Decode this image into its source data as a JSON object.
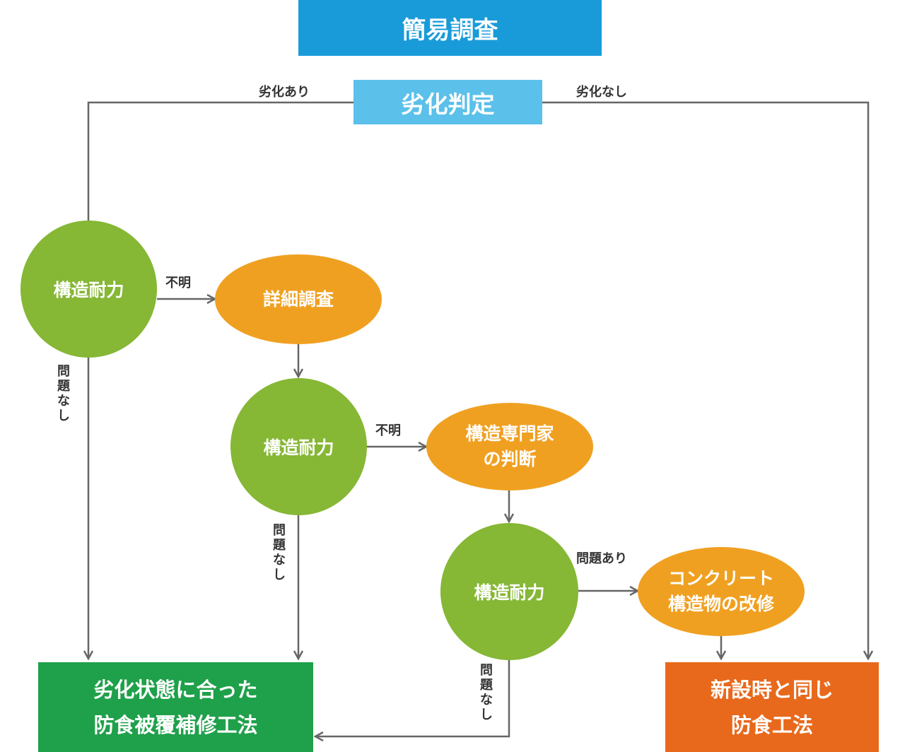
{
  "nodes": {
    "simple_survey": "簡易調査",
    "deterioration_judgment": "劣化判定",
    "structural_capacity_1": "構造耐力",
    "detailed_survey": "詳細調査",
    "structural_capacity_2": "構造耐力",
    "expert_judgment": [
      "構造専門家",
      "の判断"
    ],
    "structural_capacity_3": "構造耐力",
    "concrete_renovation": [
      "コンクリート",
      "構造物の改修"
    ],
    "repair_method": [
      "劣化状態に合った",
      "防食被覆補修工法"
    ],
    "new_construction_method": [
      "新設時と同じ",
      "防食工法"
    ]
  },
  "edge_labels": {
    "deteriorated": "劣化あり",
    "not_deteriorated": "劣化なし",
    "unknown_1": "不明",
    "no_problem_1": "問題なし",
    "unknown_2": "不明",
    "no_problem_2": "問題なし",
    "problem": "問題あり",
    "no_problem_3": "問題なし"
  },
  "colors": {
    "top_box": "#1a9bd9",
    "judgment_box": "#5bc0ea",
    "circle": "#86b735",
    "oval": "#f0a021",
    "repair_box": "#1fa04a",
    "new_box": "#e8691c",
    "line": "#666666"
  }
}
